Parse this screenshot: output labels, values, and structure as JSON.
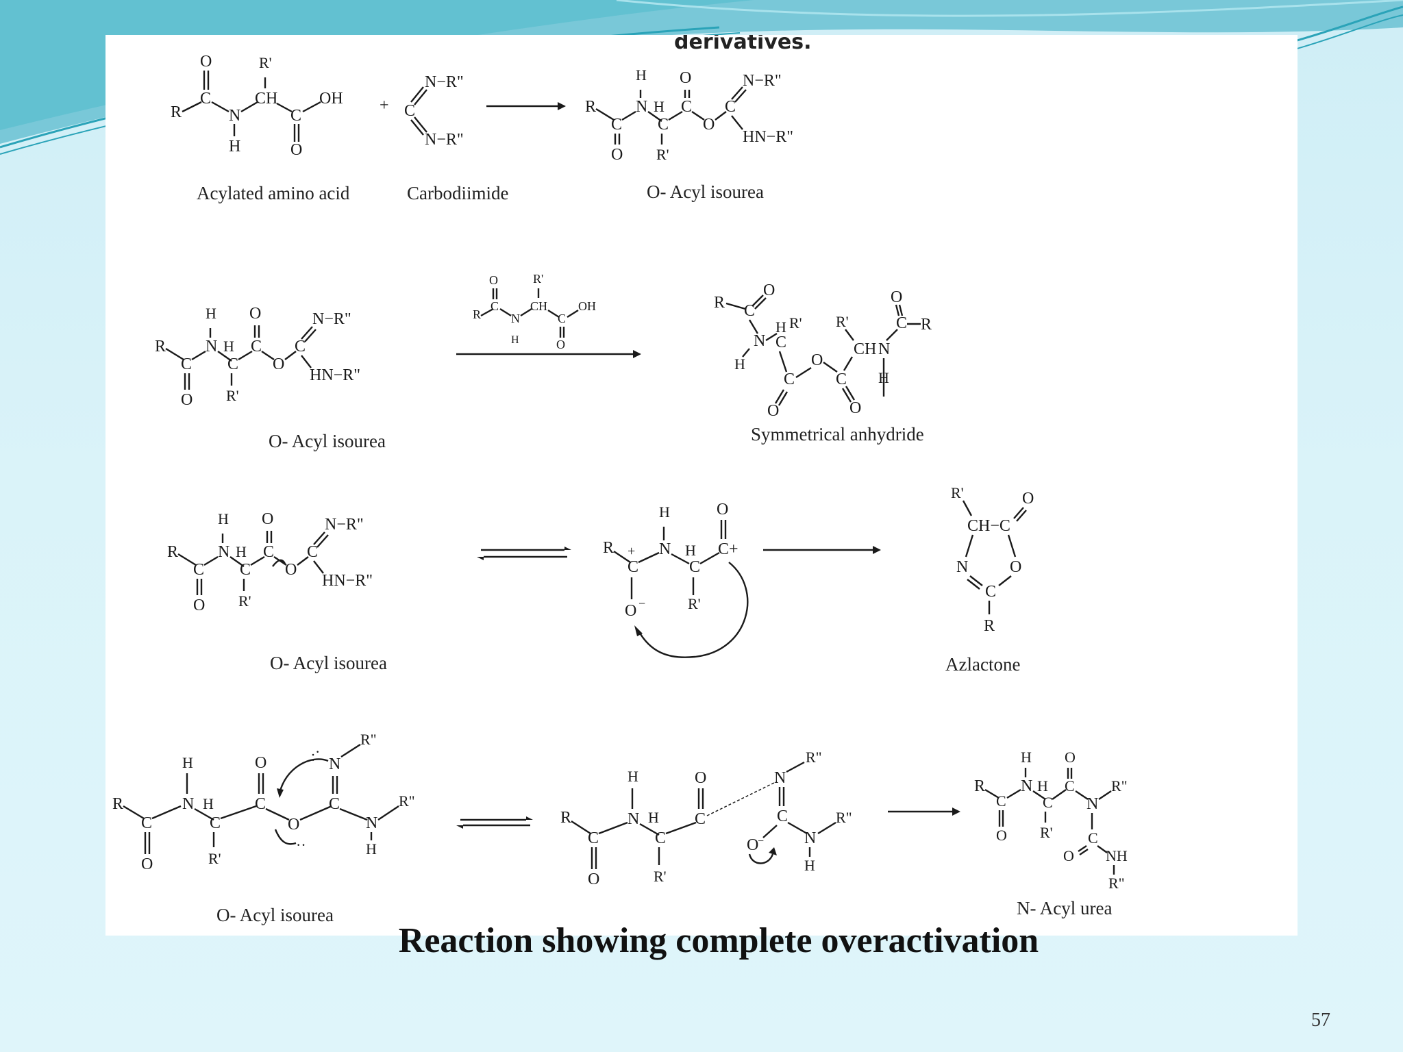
{
  "slide": {
    "top_fragment": "derivatives.",
    "caption": "Reaction showing complete overactivation",
    "page_number": "57"
  },
  "labels": {
    "acylated_amino_acid": "Acylated amino acid",
    "carbodiimide": "Carbodiimide",
    "o_acyl_isourea": "O- Acyl isourea",
    "symmetrical_anhydride": "Symmetrical anhydride",
    "azlactone": "Azlactone",
    "n_acyl_urea": "N- Acyl urea"
  },
  "colors": {
    "background": "#daf3f9",
    "accent_teal": "#3fb7c9",
    "accent_light": "#8fd6e3",
    "panel": "#ffffff",
    "text": "#111111"
  }
}
